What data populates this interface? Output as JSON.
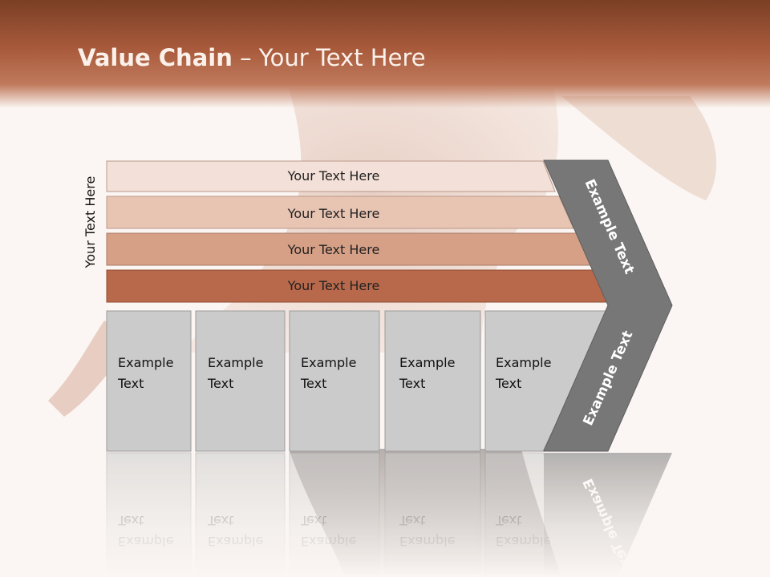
{
  "slide": {
    "title_bold": "Value Chain",
    "title_rest": " – Your Text Here",
    "vertical_label": "Your Text Here"
  },
  "support_bars": [
    {
      "label": "Your Text Here",
      "color": "#f3e0d8"
    },
    {
      "label": "Your Text Here",
      "color": "#e8c4b3"
    },
    {
      "label": "Your Text Here",
      "color": "#d6a086"
    },
    {
      "label": "Your Text Here",
      "color": "#b9694b"
    }
  ],
  "primary_boxes": [
    {
      "line1": "Example",
      "line2": "Text"
    },
    {
      "line1": "Example",
      "line2": "Text"
    },
    {
      "line1": "Example",
      "line2": "Text"
    },
    {
      "line1": "Example",
      "line2": "Text"
    },
    {
      "line1": "Example",
      "line2": "Text"
    }
  ],
  "arrow": {
    "upper_text": "Example Text",
    "lower_text": "Example Text",
    "color": "#777777"
  },
  "colors": {
    "box_fill": "#cbcbcb",
    "box_stroke": "#9b9b9b",
    "header": "#a85a3b"
  }
}
